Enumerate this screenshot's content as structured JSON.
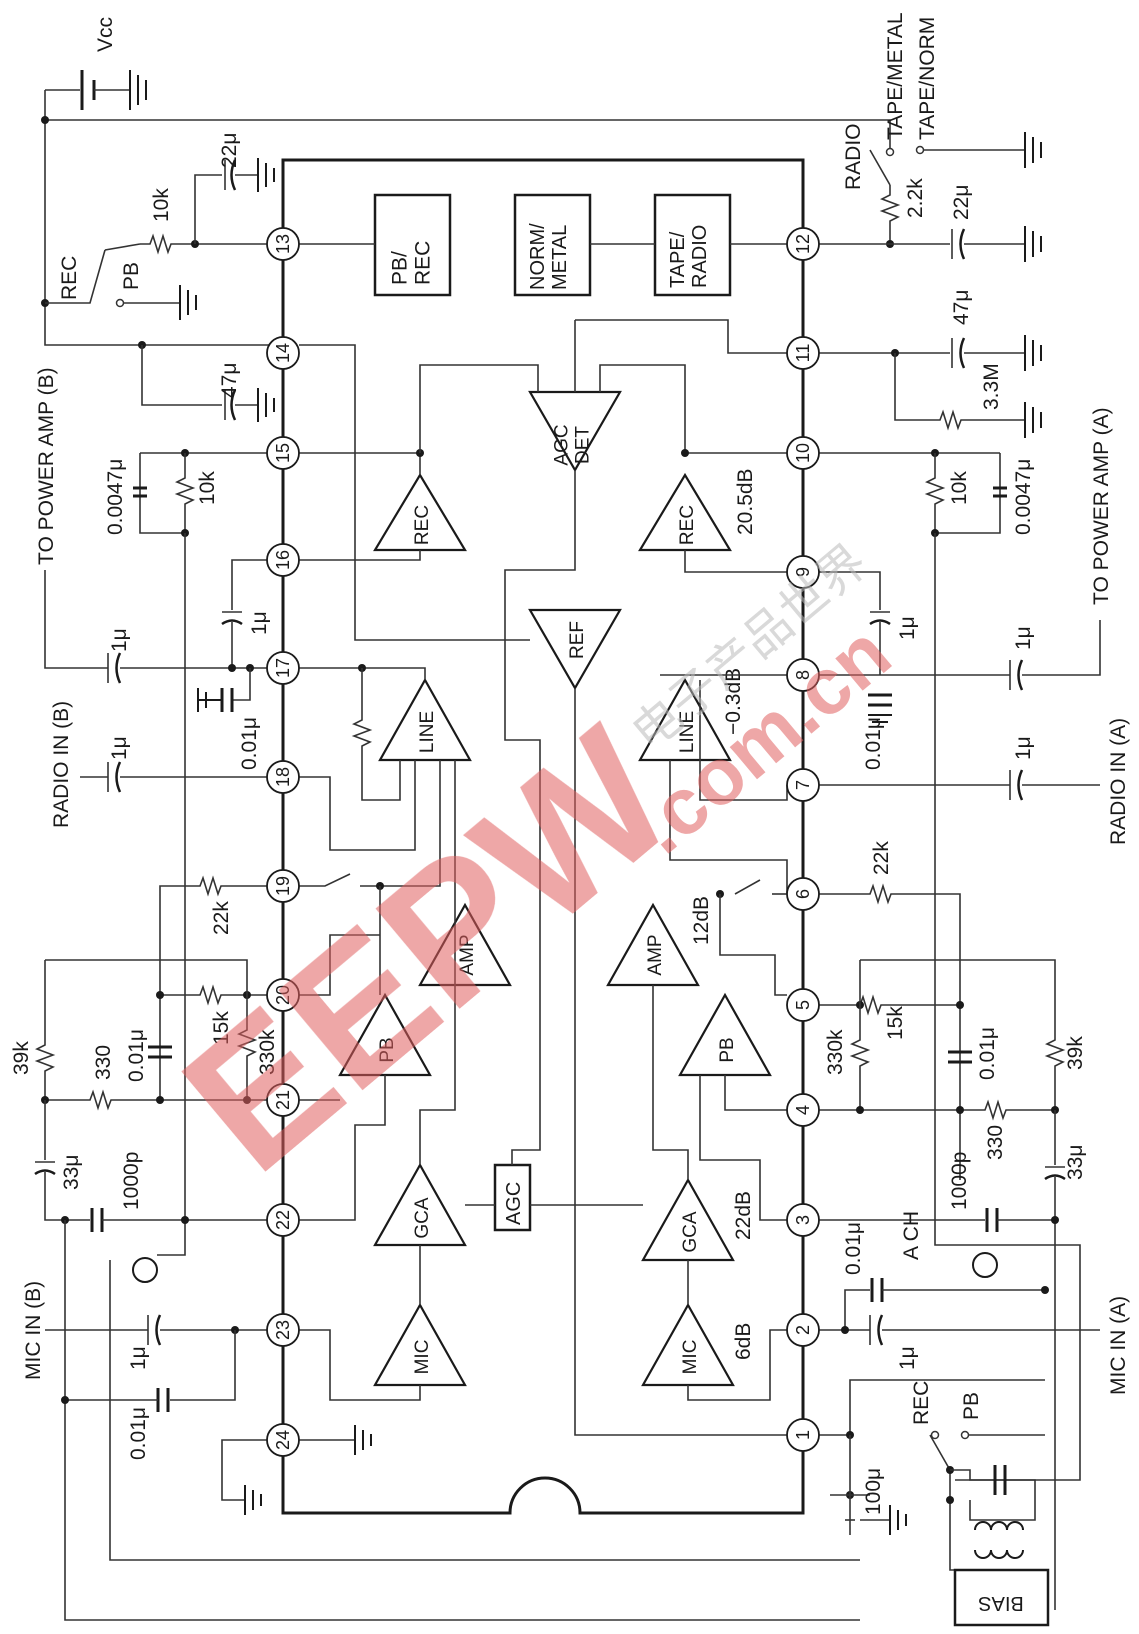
{
  "diagram": {
    "pins_left": [
      "13",
      "14",
      "15",
      "16",
      "17",
      "18",
      "19",
      "20",
      "21",
      "22",
      "23",
      "24"
    ],
    "pins_right": [
      "12",
      "11",
      "10",
      "9",
      "8",
      "7",
      "6",
      "5",
      "4",
      "3",
      "2",
      "1"
    ],
    "blocks": {
      "pb_rec": "PB/\nREC",
      "norm_metal": "NORM/\nMETAL",
      "tape_radio": "TAPE/\nRADIO",
      "agc": "AGC",
      "bias": "BIAS"
    },
    "amplifiers": {
      "agc_det": "AGC\nDET",
      "ref": "REF",
      "rec_b": "REC",
      "rec_a": "REC",
      "line_b": "LINE",
      "line_a": "LINE",
      "amp_b": "AMP",
      "amp_a": "AMP",
      "pb_b": "PB",
      "pb_a": "PB",
      "gca_b": "GCA",
      "gca_a": "GCA",
      "mic_b": "MIC",
      "mic_a": "MIC"
    },
    "gains": {
      "rec_a": "20.5dB",
      "line_a": "−0.3dB",
      "amp_a": "12dB",
      "gca_a": "22dB",
      "mic_a": "6dB"
    },
    "signals": {
      "vcc": "Vcc",
      "to_power_amp_b": "TO POWER AMP (B)",
      "to_power_amp_a": "TO POWER AMP (A)",
      "radio_in_b": "RADIO IN (B)",
      "radio_in_a": "RADIO IN (A)",
      "mic_in_b": "MIC IN (B)",
      "mic_in_a": "MIC IN (A)",
      "tape_metal": "TAPE/METAL",
      "tape_norm": "TAPE/NORM",
      "radio": "RADIO",
      "rec_top": "REC",
      "pb_top": "PB",
      "rec_bottom": "REC",
      "pb_bottom": "PB",
      "a_ch": "A CH"
    },
    "components": {
      "c_22u_top": "22μ",
      "r_10k_top": "10k",
      "r_2k2": "2.2k",
      "c_22u_right": "22μ",
      "c_47u_left": "47μ",
      "c_47u_right": "47μ",
      "r_3m3": "3.3M",
      "c_0047_left": "0.0047μ",
      "r_10k_left": "10k",
      "r_10k_right": "10k",
      "c_0047_right": "0.0047μ",
      "c_1u_16": "1μ",
      "c_1u_9": "1μ",
      "c_1u_out_b": "1μ",
      "c_1u_out_a": "1μ",
      "c_001_17": "0.01μ",
      "c_001_8": "0.01μ",
      "c_1u_radio_b": "1μ",
      "c_1u_radio_a": "1μ",
      "r_22k_left": "22k",
      "r_22k_right": "22k",
      "r_39k_left": "39k",
      "r_39k_right": "39k",
      "r_15k_left": "15k",
      "r_15k_right": "15k",
      "r_330k_left": "330k",
      "r_330k_right": "330k",
      "c_001_20": "0.01μ",
      "c_001_5": "0.01μ",
      "r_330_left": "330",
      "r_330_right": "330",
      "c_33u_left": "33μ",
      "c_33u_right": "33μ",
      "c_1000p_left": "1000p",
      "c_1000p_right": "1000p",
      "c_1u_mic_b": "1μ",
      "c_1u_mic_a": "1μ",
      "c_001_mic_b": "0.01μ",
      "c_001_ach": "0.01μ",
      "c_100u": "100μ"
    },
    "watermark": {
      "brand": "EEPW",
      "domain": ".com.cn",
      "chinese": "电子产品世界"
    }
  }
}
